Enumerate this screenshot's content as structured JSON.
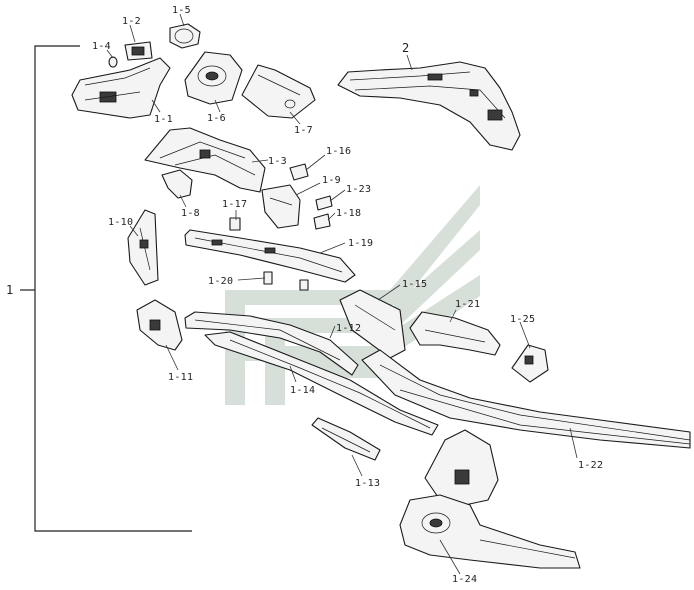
{
  "diagram": {
    "assembly_label": "1",
    "labels": {
      "p1_1": "1-1",
      "p1_2": "1-2",
      "p1_3": "1-3",
      "p1_4": "1-4",
      "p1_5": "1-5",
      "p1_6": "1-6",
      "p1_7": "1-7",
      "p1_8": "1-8",
      "p1_9": "1-9",
      "p1_10": "1-10",
      "p1_11": "1-11",
      "p1_12": "1-12",
      "p1_13": "1-13",
      "p1_14": "1-14",
      "p1_15": "1-15",
      "p1_16": "1-16",
      "p1_17": "1-17",
      "p1_18": "1-18",
      "p1_19": "1-19",
      "p1_20": "1-20",
      "p1_21": "1-21",
      "p1_22": "1-22",
      "p1_23": "1-23",
      "p1_24": "1-24",
      "p1_25": "1-25",
      "p2": "2"
    },
    "colors": {
      "line": "#1a1a1a",
      "watermark": "#c9d3cc",
      "background": "#ffffff"
    }
  }
}
